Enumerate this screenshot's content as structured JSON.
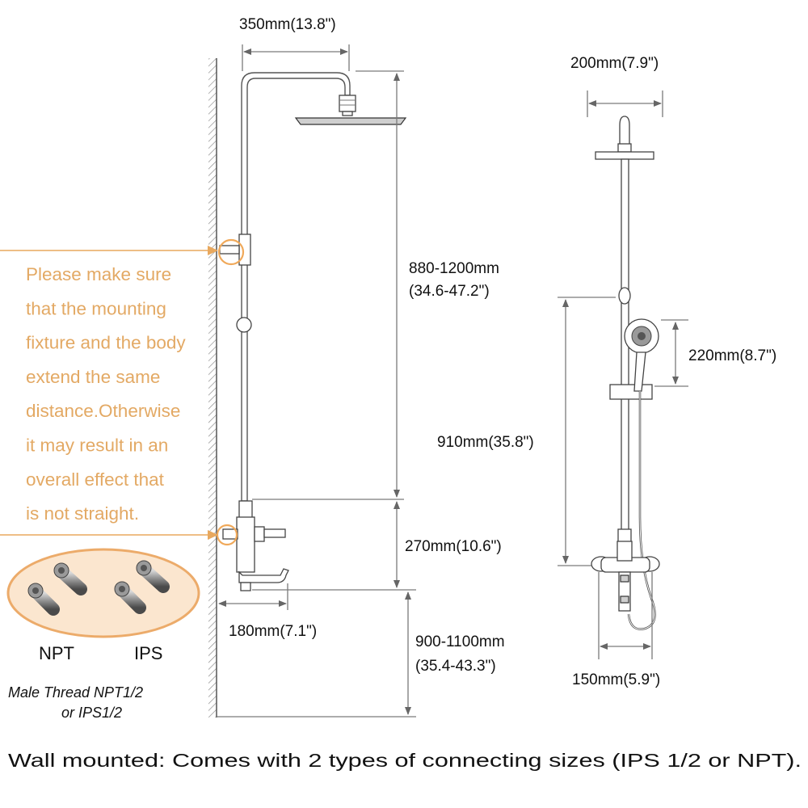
{
  "colors": {
    "note_text": "#e3a964",
    "arrow": "#e8a85e",
    "highlight_ring": "#f0a95a",
    "oval_fill": "#fbe6cf",
    "oval_stroke": "#ecab6a",
    "line_art": "#555555"
  },
  "side_view": {
    "width_top": "350mm(13.8\")",
    "riser_height_line1": "880-1200mm",
    "riser_height_line2": "(34.6-47.2\")",
    "valve_height": "270mm(10.6\")",
    "spout_reach": "180mm(7.1\")",
    "floor_height_line1": "900-1100mm",
    "floor_height_line2": "(35.4-43.3\")"
  },
  "front_view": {
    "head_diameter": "200mm(7.9\")",
    "handheld_length": "220mm(8.7\")",
    "bar_height": "910mm(35.8\")",
    "valve_spacing": "150mm(5.9\")"
  },
  "note": {
    "lines": [
      "Please make sure",
      "that the mounting",
      "fixture and the body",
      "extend the same",
      "distance.Otherwise",
      "it may result in an",
      "overall effect that",
      "is not straight."
    ]
  },
  "connectors": {
    "npt_label": "NPT",
    "ips_label": "IPS",
    "thread_line1": "Male Thread  NPT1/2",
    "thread_line2": "or IPS1/2"
  },
  "caption": "Wall mounted: Comes with 2 types of connecting sizes (IPS 1/2 or NPT)."
}
